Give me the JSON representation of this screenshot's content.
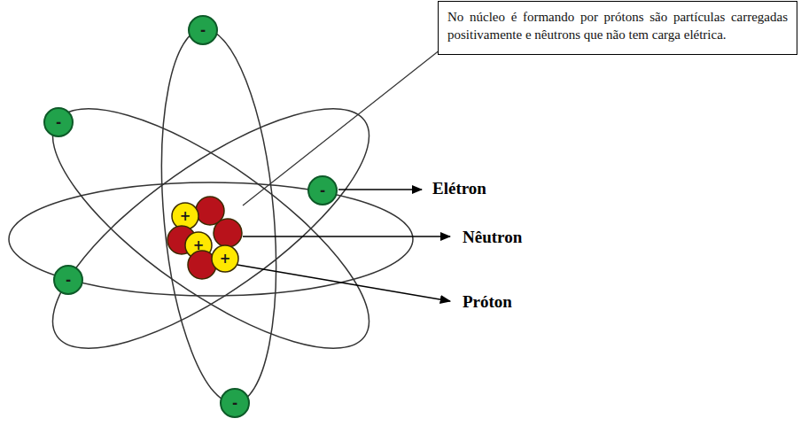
{
  "diagram": {
    "nodes": [
      {
        "text": [
          "No núcleo é formando por prótons são partículas carregadas positivamente e nêutrons que não tem carga elétrica."
        ]
      }
    ],
    "labels": [
      "-",
      "-",
      "-",
      "-",
      "-",
      "Elétron",
      "Nêutron",
      "Próton",
      "+",
      "+",
      "+"
    ]
  }
}
